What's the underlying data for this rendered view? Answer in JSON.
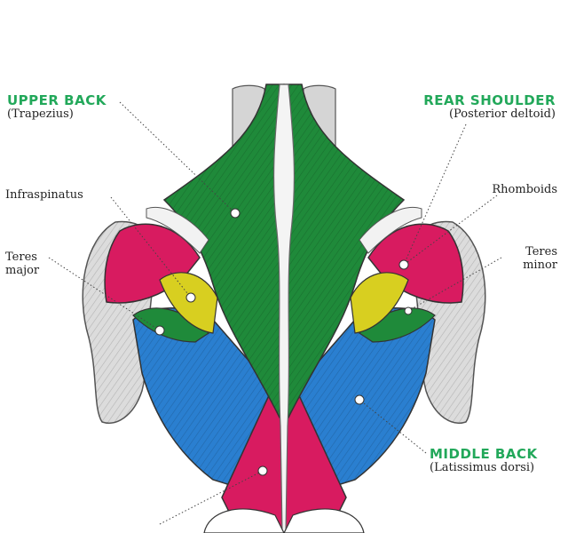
{
  "labels": {
    "upper_back": {
      "title": "UPPER BACK",
      "subtitle": "(Trapezius)"
    },
    "rear_shoulder": {
      "title": "REAR SHOULDER",
      "subtitle": "(Posterior deltoid)"
    },
    "infraspinatus": "Infraspinatus",
    "rhomboids": "Rhomboids",
    "teres_major": {
      "line1": "Teres",
      "line2": "major"
    },
    "teres_minor": {
      "line1": "Teres",
      "line2": "minor"
    },
    "middle_back": {
      "title": "MIDDLE BACK",
      "subtitle": "(Latissimus dorsi)"
    }
  },
  "colors": {
    "trapezius": "#1f8a3a",
    "latissimus": "#2a7fd0",
    "rhomboid_teres": "#d81b60",
    "infraspinatus": "#d8cf20",
    "deltoid": "#d9d9d9",
    "label_green": "#22a85a"
  }
}
